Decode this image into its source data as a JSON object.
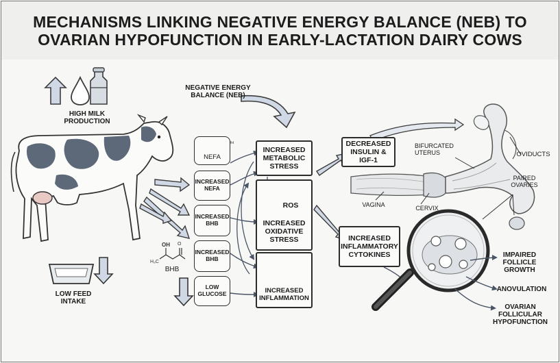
{
  "title": {
    "line1": "MECHANISMS LINKING NEGATIVE ENERGY BALANCE (NEB) TO",
    "line2": "OVARIAN HYPOFUNCTION IN EARLY-LACTATION DAIRY COWS"
  },
  "left": {
    "milk_label": "HIGH MILK PRODUCTION",
    "neb_label": "NEGATIVE ENERGY BALANCE (NEB)",
    "feed_label": "LOW FEED INTAKE"
  },
  "metabolites": {
    "nefa_top": "NEFA",
    "increased_nefa": "INCREASED NEFA",
    "increased_bhb_1": "INCREASED BHB",
    "increased_bhb_2": "INCREASED BHB",
    "low_glucose": "LOW GLUCOSE",
    "bhb_chem_label": "BHB"
  },
  "center": {
    "metabolic_stress": "INCREASED METABOLIC STRESS",
    "ros": "ROS",
    "oxidative_stress": "INCREASED OXIDATIVE STRESS",
    "inflammation": "INCREASED INFLAMMATION"
  },
  "mediators": {
    "insulin": "DECREASED INSULIN & IGF-1",
    "cytokines": "INCREASED INFLAMMATORY CYTOKINES"
  },
  "anatomy": {
    "uterus": "BIFURCATED UTERUS",
    "oviducts": "OVIDUCTS",
    "ovaries": "PAIRED OVARIES",
    "vagina": "VAGINA",
    "cervix": "CERVIX"
  },
  "outcomes": {
    "impaired": "IMPAIRED FOLLICLE GROWTH",
    "anovulation": "ANOVULATION",
    "hypofunction": "OVARIAN FOLLICULAR HYPOFUNCTION"
  },
  "colors": {
    "arrow_fill": "#cfd8e4",
    "arrow_stroke": "#4a5566",
    "cow_spot": "#5d6878"
  }
}
